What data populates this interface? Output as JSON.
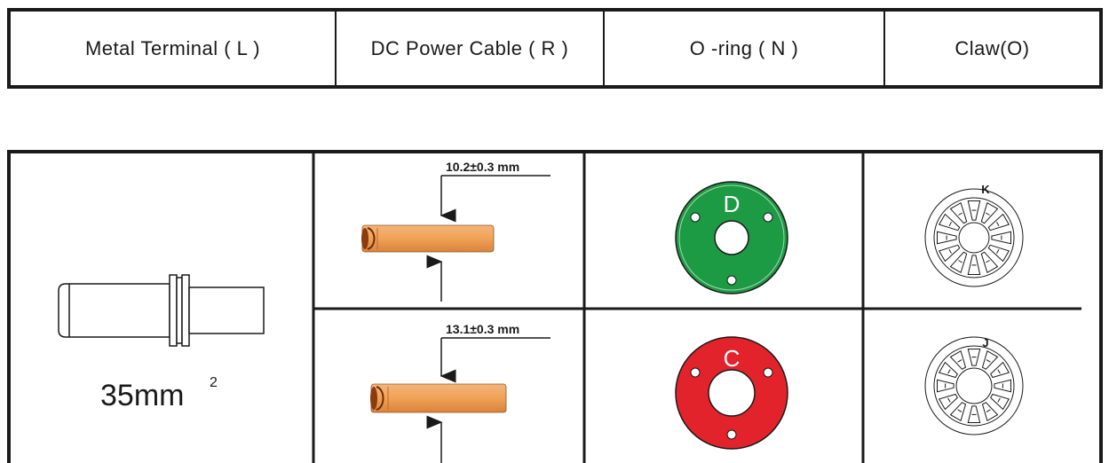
{
  "header": {
    "metal_terminal": "Metal Terminal ( L )",
    "dc_power_cable": "DC Power Cable ( R )",
    "o_ring": "O -ring ( N )",
    "claw": "Claw(O)"
  },
  "terminal": {
    "size_label": "35mm",
    "size_superscript": "2"
  },
  "rows": [
    {
      "cable_diameter": "10.2±0.3 mm",
      "oring_letter": "D",
      "oring_color": "#1d9a44",
      "claw_letter": "K"
    },
    {
      "cable_diameter": "13.1±0.3 mm",
      "oring_letter": "C",
      "oring_color": "#e3232b",
      "claw_letter": "J"
    }
  ],
  "colors": {
    "cable_sheath": "#f0a257",
    "cable_core": "#8a3c0f",
    "line": "#1a1a1a"
  }
}
